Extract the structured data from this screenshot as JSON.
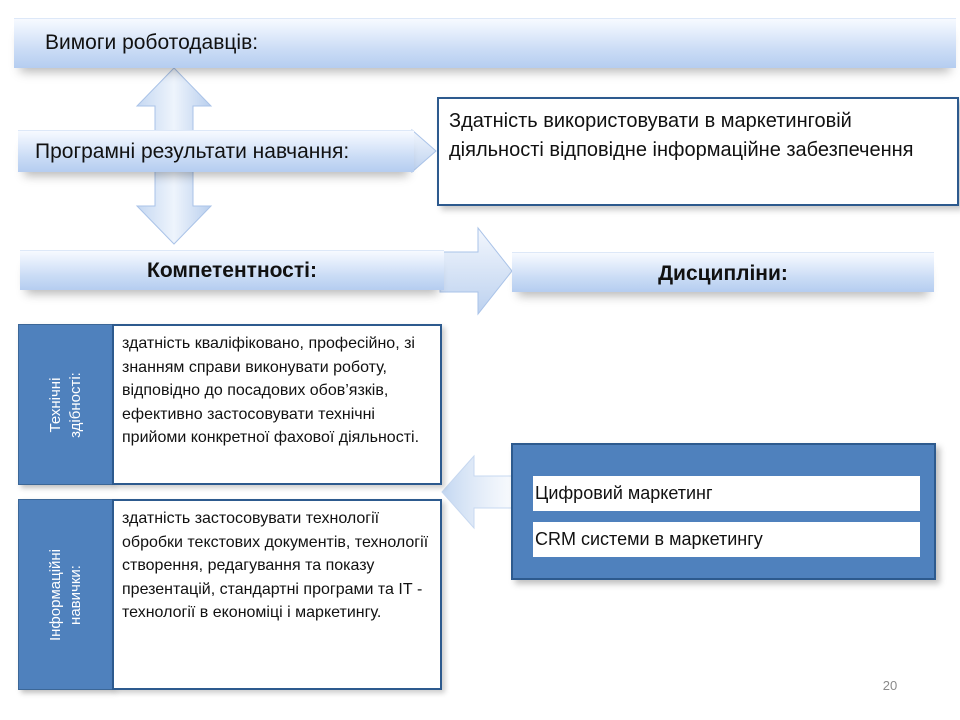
{
  "banners": {
    "employers": "Вимоги роботодавців:",
    "outcomes": "Програмні результати навчання:",
    "competences": "Компетентності:",
    "disciplines": "Дисципліни:"
  },
  "outcome_text": "Здатність використовувати в маркетинговій діяльності відповідне інформаційне забезпечення",
  "skills": [
    {
      "label": "Технічні здібності:",
      "description": "здатність кваліфіковано, професійно, зі знанням справи виконувати роботу, відповідно до посадових обов’язків, ефективно застосовувати технічні прийоми конкретної фахової діяльності."
    },
    {
      "label": "Інформаційні навички:",
      "description": "здатність застосовувати технології обробки текстових документів, технології створення, редагування та показу презентацій, стандартні програми та ІТ - технології в економіці і маркетингу."
    }
  ],
  "disciplines": [
    "Цифровий маркетинг",
    "CRM системи в маркетингу"
  ],
  "page_number": "20",
  "colors": {
    "accent_blue": "#4f81bd",
    "border_blue": "#2d5a8e",
    "banner_light": "#c9dbf5"
  }
}
